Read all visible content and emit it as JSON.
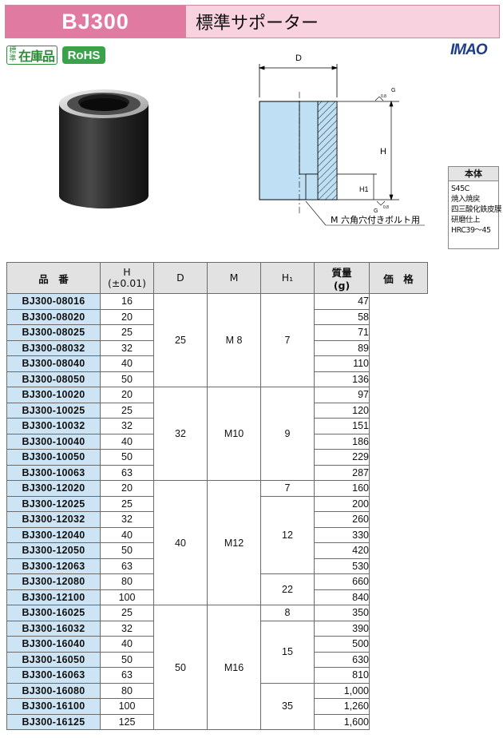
{
  "header": {
    "code": "BJ300",
    "title": "標準サポーター"
  },
  "badges": {
    "stock_small_1": "標",
    "stock_small_2": "準",
    "stock_big": "在庫品",
    "rohs": "RoHS"
  },
  "brand": {
    "logo": "IMAO"
  },
  "drawing": {
    "label_d": "D",
    "label_h": "H",
    "label_h1": "H1",
    "label_g": "G",
    "label_roughness": "0.8",
    "callout": "M 六角穴付きボルト用"
  },
  "spec_box": {
    "title": "本体",
    "lines": [
      "S45C",
      "焼入焼戻",
      "四三酸化鉄皮膜",
      "研磨仕上",
      "HRC39～45"
    ]
  },
  "table": {
    "headers": {
      "part_no": "品　番",
      "h": "H",
      "h_tol": "(±0.01)",
      "d": "D",
      "m": "M",
      "h1": "H₁",
      "mass": "質量",
      "mass_unit": "(g)",
      "price": "価　格"
    },
    "rows": [
      [
        "BJ300-08016",
        "16",
        "47"
      ],
      [
        "BJ300-08020",
        "20",
        "58"
      ],
      [
        "BJ300-08025",
        "25",
        "71"
      ],
      [
        "BJ300-08032",
        "32",
        "89"
      ],
      [
        "BJ300-08040",
        "40",
        "110"
      ],
      [
        "BJ300-08050",
        "50",
        "136"
      ],
      [
        "BJ300-10020",
        "20",
        "97"
      ],
      [
        "BJ300-10025",
        "25",
        "120"
      ],
      [
        "BJ300-10032",
        "32",
        "151"
      ],
      [
        "BJ300-10040",
        "40",
        "186"
      ],
      [
        "BJ300-10050",
        "50",
        "229"
      ],
      [
        "BJ300-10063",
        "63",
        "287"
      ],
      [
        "BJ300-12020",
        "20",
        "160"
      ],
      [
        "BJ300-12025",
        "25",
        "200"
      ],
      [
        "BJ300-12032",
        "32",
        "260"
      ],
      [
        "BJ300-12040",
        "40",
        "330"
      ],
      [
        "BJ300-12050",
        "50",
        "420"
      ],
      [
        "BJ300-12063",
        "63",
        "530"
      ],
      [
        "BJ300-12080",
        "80",
        "660"
      ],
      [
        "BJ300-12100",
        "100",
        "840"
      ],
      [
        "BJ300-16025",
        "25",
        "350"
      ],
      [
        "BJ300-16032",
        "32",
        "390"
      ],
      [
        "BJ300-16040",
        "40",
        "500"
      ],
      [
        "BJ300-16050",
        "50",
        "630"
      ],
      [
        "BJ300-16063",
        "63",
        "810"
      ],
      [
        "BJ300-16080",
        "80",
        "1,000"
      ],
      [
        "BJ300-16100",
        "100",
        "1,260"
      ],
      [
        "BJ300-16125",
        "125",
        "1,600"
      ]
    ],
    "groups": [
      {
        "start": 0,
        "span": 6,
        "d": "25",
        "m": "M 8"
      },
      {
        "start": 6,
        "span": 6,
        "d": "32",
        "m": "M10"
      },
      {
        "start": 12,
        "span": 8,
        "d": "40",
        "m": "M12"
      },
      {
        "start": 20,
        "span": 8,
        "d": "50",
        "m": "M16"
      }
    ],
    "h1_groups": [
      {
        "start": 0,
        "span": 6,
        "value": "7"
      },
      {
        "start": 6,
        "span": 6,
        "value": "9"
      },
      {
        "start": 12,
        "span": 1,
        "value": "7"
      },
      {
        "start": 13,
        "span": 5,
        "value": "12"
      },
      {
        "start": 18,
        "span": 2,
        "value": "22"
      },
      {
        "start": 20,
        "span": 1,
        "value": "8"
      },
      {
        "start": 21,
        "span": 4,
        "value": "15"
      },
      {
        "start": 25,
        "span": 3,
        "value": "35"
      }
    ]
  }
}
